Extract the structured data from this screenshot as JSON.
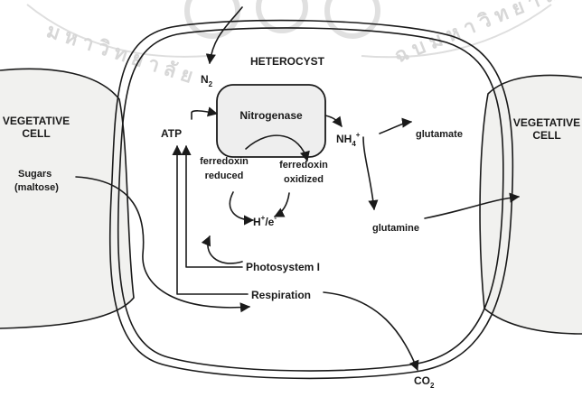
{
  "watermark": {
    "text_left": "ม ห า วิ ท ย า ลั ย",
    "text_right": "ฉ บ ม ห า วิ ท ย า ลั ย"
  },
  "heterocyst": {
    "title": "HETEROCYST"
  },
  "vegetative_left": {
    "line1": "VEGETATIVE",
    "line2": "CELL"
  },
  "vegetative_right": {
    "line1": "VEGETATIVE",
    "line2": "CELL"
  },
  "labels": {
    "n2": "N",
    "n2_sub": "2",
    "nitrogenase": "Nitrogenase",
    "atp": "ATP",
    "nh4": "NH",
    "nh4_sub": "4",
    "nh4_sup": "+",
    "glutamate": "glutamate",
    "glutamine": "glutamine",
    "ferredoxin_reduced_1": "ferredoxin",
    "ferredoxin_reduced_2": "reduced",
    "ferredoxin_oxidized_1": "ferredoxin",
    "ferredoxin_oxidized_2": "oxidized",
    "h_e": "H",
    "h_e_sup": "+",
    "h_e_mid": "/e",
    "h_e_sup2": "-",
    "sugars_1": "Sugars",
    "sugars_2": "(maltose)",
    "photosystem": "Photosystem I",
    "respiration": "Respiration",
    "co2": "CO",
    "co2_sub": "2"
  }
}
